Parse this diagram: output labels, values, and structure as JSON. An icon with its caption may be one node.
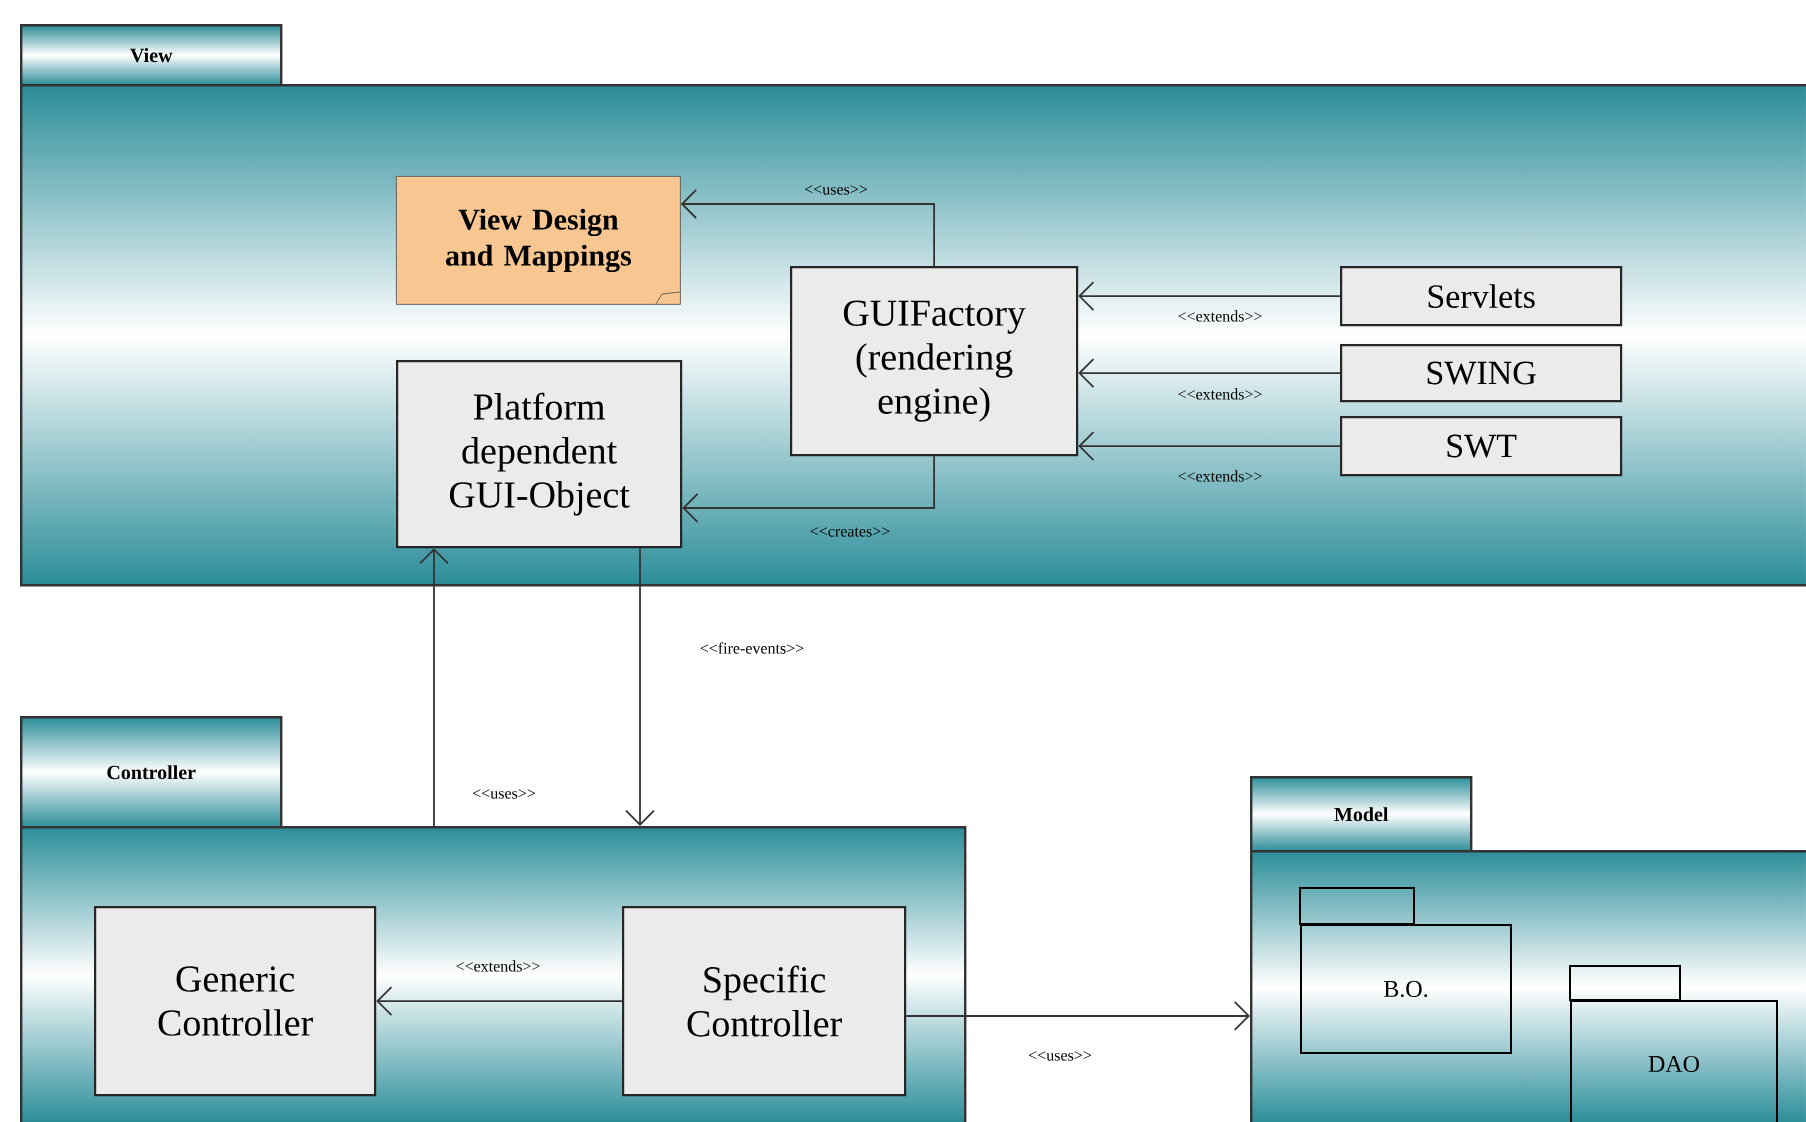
{
  "diagram": {
    "nodes": [
      {
        "text": [
          "View"
        ]
      },
      {
        "text": [
          "View Design and Mappings"
        ],
        "in": 0
      },
      {
        "text": [
          "Platform dependent GUI-Object"
        ],
        "in": 0
      },
      {
        "text": [
          "GUIFactory (rendering engine)"
        ],
        "in": 0
      },
      {
        "text": [
          "Servlets"
        ],
        "in": 0
      },
      {
        "text": [
          "SWING"
        ],
        "in": 0
      },
      {
        "text": [
          "SWT"
        ],
        "in": 0
      },
      {
        "text": [
          "Controller"
        ]
      },
      {
        "text": [
          "Generic Controller"
        ],
        "in": 7
      },
      {
        "text": [
          "Specific Controller"
        ],
        "in": 7
      },
      {
        "text": [
          "Model"
        ]
      },
      {
        "text": [
          "B.O."
        ],
        "in": 10
      },
      {
        "text": [
          "DAO"
        ],
        "in": 10
      }
    ],
    "edges": [
      {
        "from": 3,
        "to": 1,
        "arrow": "to",
        "label": "<<uses>>"
      },
      {
        "from": 3,
        "to": 2,
        "arrow": "to",
        "label": "<<creates>>"
      },
      {
        "from": 4,
        "to": 3,
        "arrow": "to",
        "label": "<<extends>>"
      },
      {
        "from": 5,
        "to": 3,
        "arrow": "to",
        "label": "<<extends>>"
      },
      {
        "from": 6,
        "to": 3,
        "arrow": "to",
        "label": "<<extends>>"
      },
      {
        "from": 7,
        "to": 2,
        "arrow": "to",
        "label": "<<uses>>"
      },
      {
        "from": 2,
        "to": 7,
        "arrow": "to",
        "label": "<<fire-events>>"
      },
      {
        "from": 9,
        "to": 8,
        "arrow": "to",
        "label": "<<extends>>"
      },
      {
        "from": 9,
        "to": 10,
        "arrow": "to",
        "label": "<<uses>>"
      }
    ]
  }
}
